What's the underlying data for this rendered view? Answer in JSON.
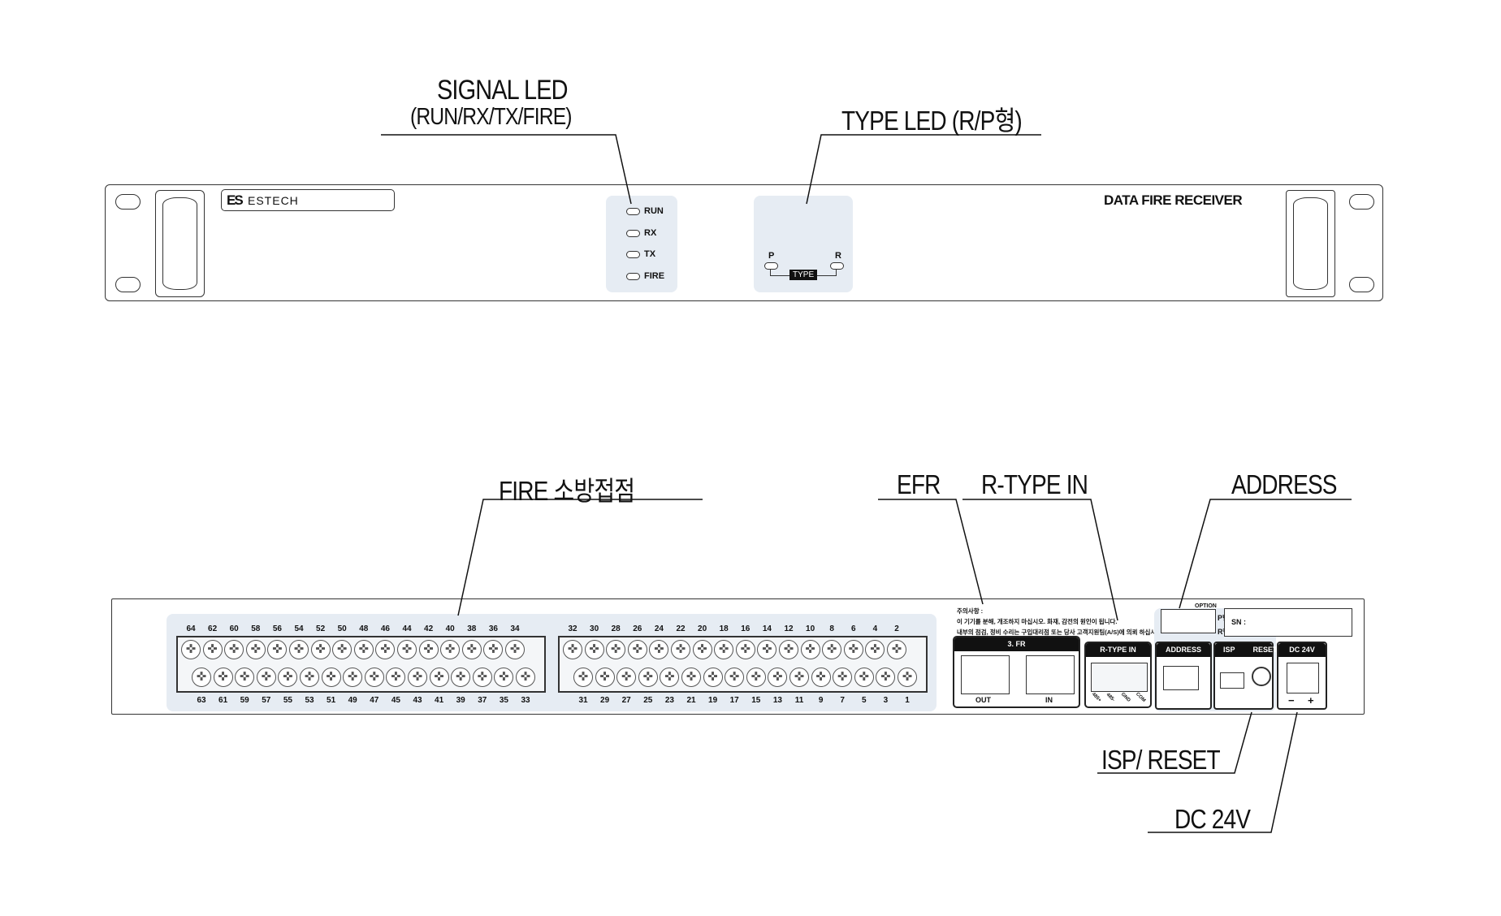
{
  "callouts": {
    "signal_led": "SIGNAL LED",
    "signal_led_sub": "(RUN/RX/TX/FIRE)",
    "type_led": "TYPE LED (R/P형)",
    "fire": "FIRE  소방접점",
    "efr": "EFR",
    "rtype_in": "R-TYPE IN",
    "address": "ADDRESS",
    "isp_reset": "ISP/ RESET",
    "dc24v": "DC 24V"
  },
  "front": {
    "logo": "ESTECH",
    "logo_mark": "ES",
    "product_name": "DATA FIRE RECEIVER",
    "leds": [
      "RUN",
      "RX",
      "TX",
      "FIRE"
    ],
    "type_p": "P",
    "type_r": "R",
    "type_label": "TYPE"
  },
  "rear": {
    "terminals_top_a": [
      "64",
      "62",
      "60",
      "58",
      "56",
      "54",
      "52",
      "50",
      "48",
      "46",
      "44",
      "42",
      "40",
      "38",
      "36",
      "34"
    ],
    "terminals_bottom_a": [
      "63",
      "61",
      "59",
      "57",
      "55",
      "53",
      "51",
      "49",
      "47",
      "45",
      "43",
      "41",
      "39",
      "37",
      "35",
      "33"
    ],
    "terminals_top_b": [
      "32",
      "30",
      "28",
      "26",
      "24",
      "22",
      "20",
      "18",
      "16",
      "14",
      "12",
      "10",
      "8",
      "6",
      "4",
      "2"
    ],
    "terminals_bottom_b": [
      "31",
      "29",
      "27",
      "25",
      "23",
      "21",
      "19",
      "17",
      "15",
      "13",
      "11",
      "9",
      "7",
      "5",
      "3",
      "1"
    ],
    "warning_title": "주의사항 :",
    "warning_line1": "이 기기를 분해, 개조하지 마십시오.  화재, 감전의 원인이 됩니다.",
    "warning_line2": "내부의 점검, 정비 수리는 구입대리점 또는 당사 고객지원팀(A/S)에 의뢰 하십시오.",
    "efr_header": "3. FR",
    "efr_out": "OUT",
    "efr_in": "IN",
    "rtype_header": "R-TYPE IN",
    "rtype_pins": [
      "485+",
      "485-",
      "GND",
      "COM"
    ],
    "option_label": "OPTION",
    "option_p": "P형",
    "option_r": "R형",
    "sn_label": "SN :",
    "address_header": "ADDRESS",
    "isp_header": "ISP",
    "reset_header": "RESET",
    "dc_header": "DC 24V",
    "dc_minus": "−",
    "dc_plus": "+"
  }
}
